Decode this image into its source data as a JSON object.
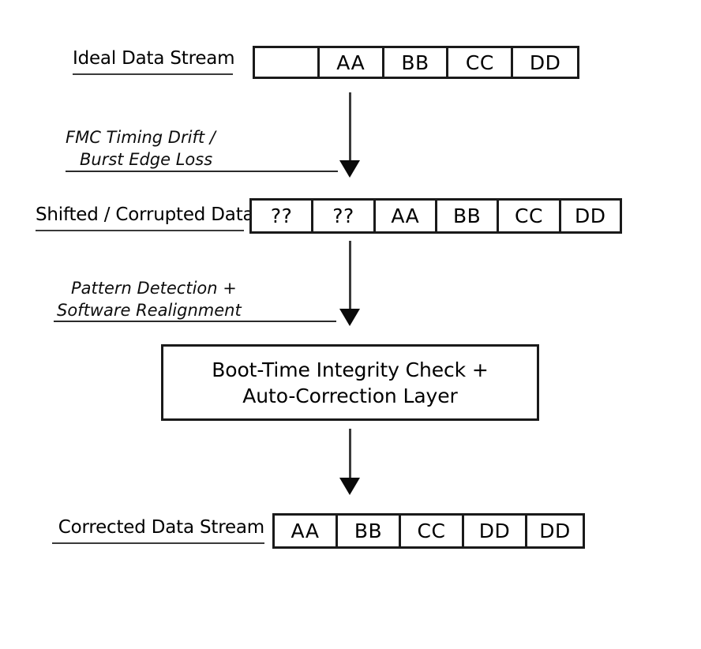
{
  "diagram": {
    "title": "FMC data stream corruption and auto-correction flow",
    "background_color": "#ffffff",
    "line_color": "#1a1a1a",
    "text_color": "#000000"
  },
  "rows": [
    {
      "label": "Ideal Data Stream",
      "cells": [
        "",
        "AA",
        "BB",
        "CC",
        "DD"
      ]
    },
    {
      "label": "Shifted / Corrupted Data",
      "cells": [
        "??",
        "??",
        "AA",
        "BB",
        "CC",
        "DD"
      ]
    },
    {
      "label": "Corrected Data Stream",
      "cells": [
        "AA",
        "BB",
        "CC",
        "DD",
        "DD"
      ]
    }
  ],
  "stages": [
    {
      "line1": "FMC Timing Drift /",
      "line2": "Burst Edge Loss"
    },
    {
      "line1": "Pattern Detection +",
      "line2": "Software Realignment"
    }
  ],
  "process_box": {
    "line1": "Boot-Time Integrity Check +",
    "line2": "Auto-Correction Layer"
  },
  "arrows": [
    {
      "name": "arrow-ideal-to-corrupted"
    },
    {
      "name": "arrow-corrupted-to-process"
    },
    {
      "name": "arrow-process-to-corrected"
    }
  ]
}
